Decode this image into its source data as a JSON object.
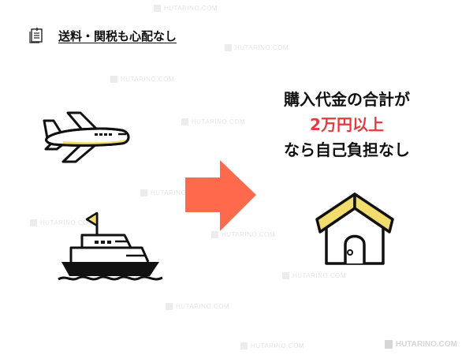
{
  "header": {
    "icon": "clipboard-icon",
    "title": "送料・関税も心配なし"
  },
  "message": {
    "line1": "購入代金の合計が",
    "line2_highlight": "2万円以上",
    "line3": "なら自己負担なし"
  },
  "icons": {
    "left_top": "airplane-icon",
    "left_bottom": "ship-icon",
    "center": "right-arrow-icon",
    "right": "house-icon"
  },
  "colors": {
    "accent_arrow": "#ff6a4d",
    "highlight_text": "#e8383d",
    "yellow_fill": "#f2dc6e",
    "stroke": "#111111"
  },
  "watermark": {
    "text": "HUTARINO.COM"
  }
}
